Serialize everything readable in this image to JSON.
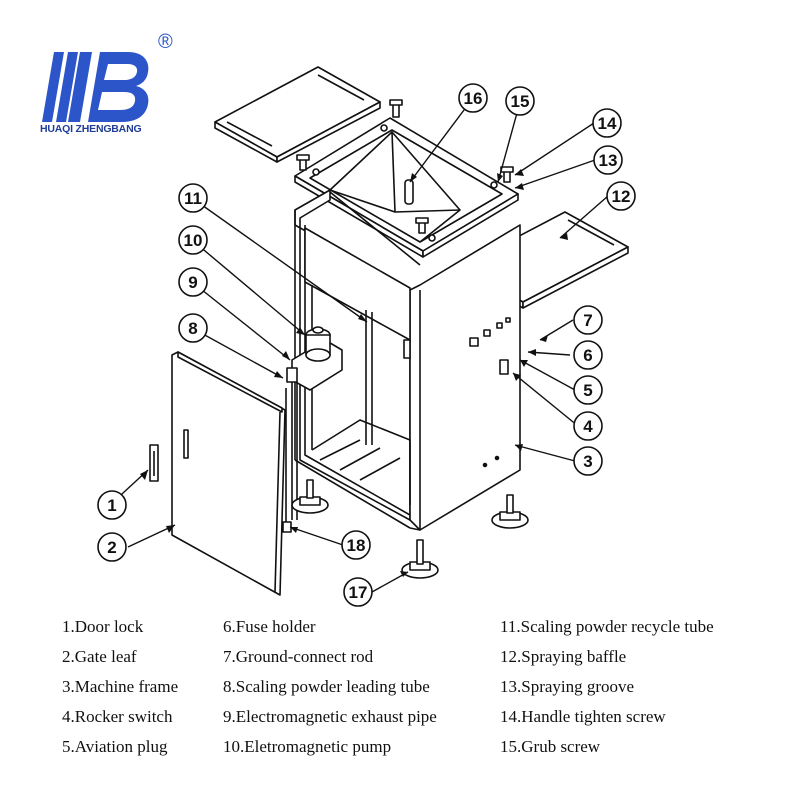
{
  "logo": {
    "brand_text": "HUAQI ZHENGBANG",
    "registered_mark": "®",
    "brand_color": "#1f3d99"
  },
  "callouts": [
    "1",
    "2",
    "3",
    "4",
    "5",
    "6",
    "7",
    "8",
    "9",
    "10",
    "11",
    "12",
    "13",
    "14",
    "15",
    "16",
    "17",
    "18"
  ],
  "legend": {
    "col1": [
      "1.Door lock",
      "2.Gate leaf",
      "3.Machine frame",
      "4.Rocker switch",
      "5.Aviation plug"
    ],
    "col2": [
      "6.Fuse holder",
      "7.Ground-connect rod",
      "8.Scaling powder leading tube",
      "9.Electromagnetic exhaust pipe",
      "10.Eletromagnetic pump"
    ],
    "col3": [
      "11.Scaling powder recycle tube",
      "12.Spraying baffle",
      "13.Spraying groove",
      "14.Handle tighten screw",
      "15.Grub screw"
    ]
  }
}
